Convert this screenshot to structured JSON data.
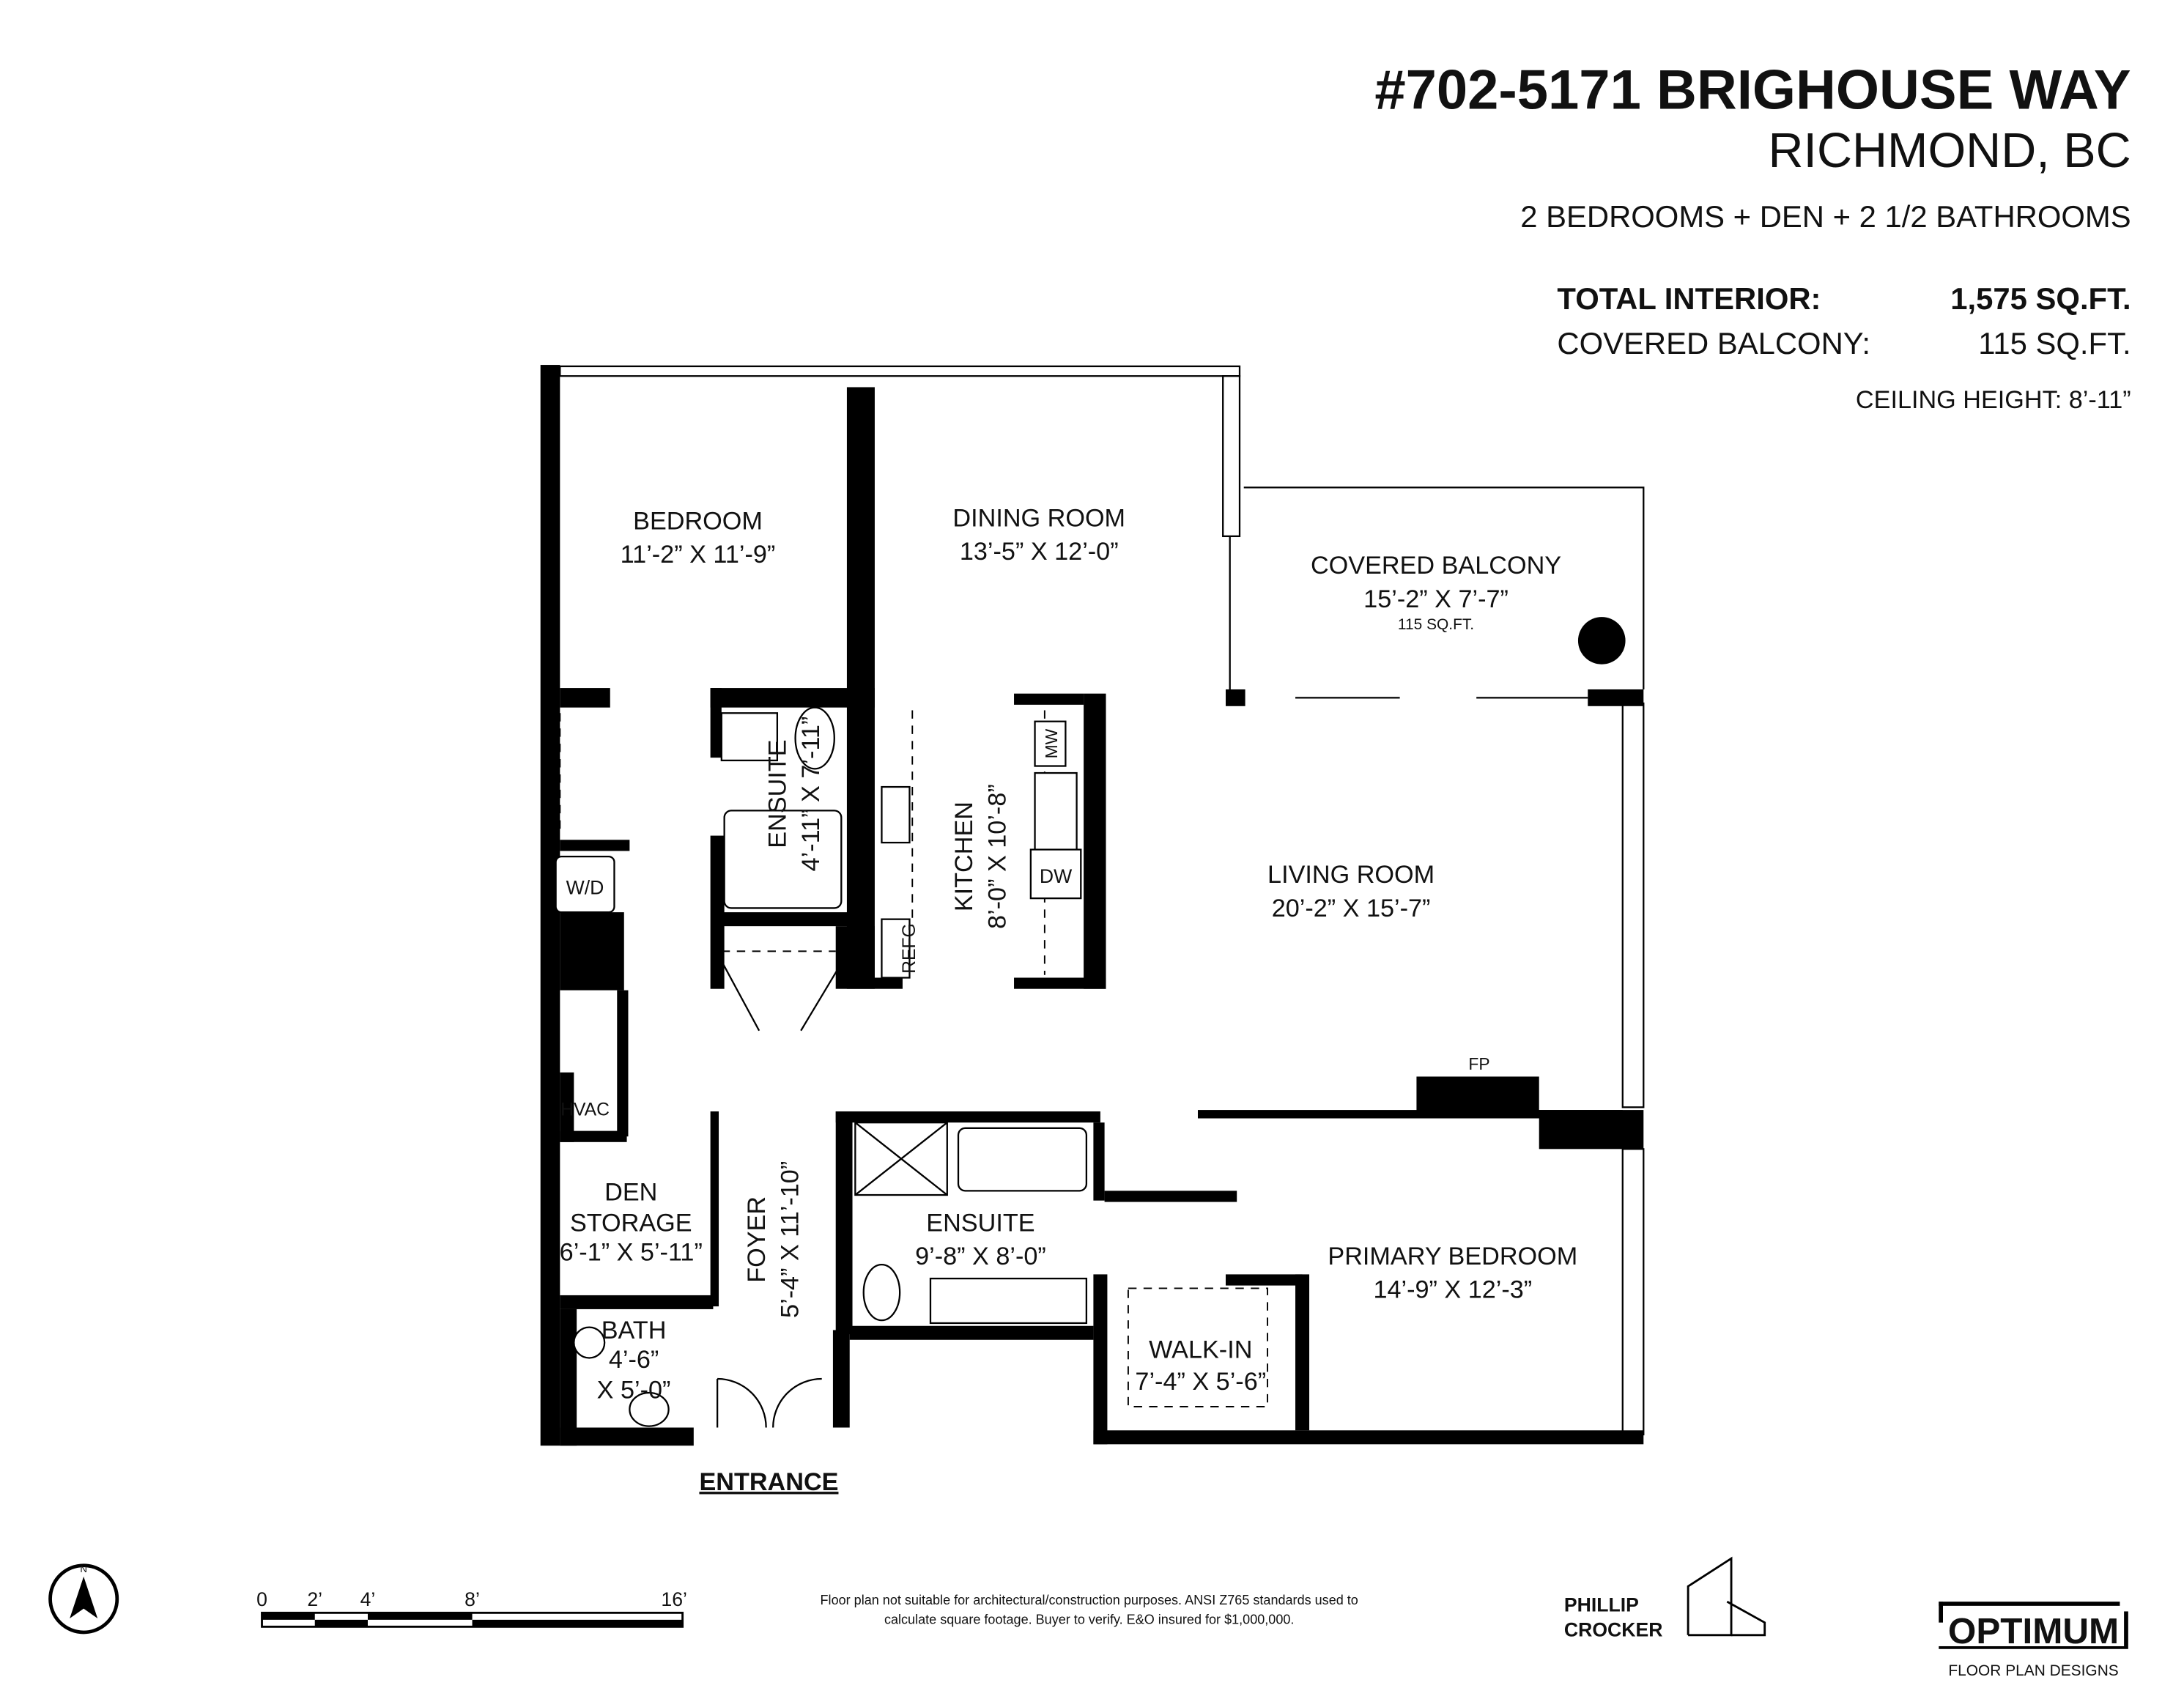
{
  "header": {
    "address": "#702-5171 BRIGHOUSE WAY",
    "city": "RICHMOND, BC",
    "summary": "2 BEDROOMS + DEN + 2 1/2 BATHROOMS",
    "total_interior_label": "TOTAL INTERIOR:",
    "total_interior_value": "1,575 SQ.FT.",
    "balcony_label": "COVERED BALCONY:",
    "balcony_value": "115 SQ.FT.",
    "ceiling": "CEILING HEIGHT: 8’-11”"
  },
  "rooms": {
    "bedroom": {
      "name": "BEDROOM",
      "dims": "11’-2” X 11’-9”"
    },
    "dining": {
      "name": "DINING ROOM",
      "dims": "13’-5” X 12’-0”"
    },
    "balcony": {
      "name": "COVERED BALCONY",
      "dims": "15’-2” X 7’-7”",
      "area": "115 SQ.FT."
    },
    "ensuite1": {
      "name": "ENSUITE",
      "dims": "4’-11” X 7’-11”"
    },
    "kitchen": {
      "name": "KITCHEN",
      "dims": "8’-0” X 10’-8”"
    },
    "living": {
      "name": "LIVING ROOM",
      "dims": "20’-2” X 15’-7”"
    },
    "foyer": {
      "name": "FOYER",
      "dims": "5’-4” X 11’-10”"
    },
    "den": {
      "name": "DEN",
      "name2": "STORAGE",
      "dims": "6’-1” X 5’-11”"
    },
    "bath": {
      "name": "BATH",
      "dims": "4’-6”",
      "dims2": "X 5’-0”"
    },
    "ensuite2": {
      "name": "ENSUITE",
      "dims": "9’-8” X 8’-0”"
    },
    "walkin": {
      "name": "WALK-IN",
      "dims": "7’-4” X 5’-6”"
    },
    "primary": {
      "name": "PRIMARY BEDROOM",
      "dims": "14’-9” X 12’-3”"
    }
  },
  "fixtures": {
    "wd": "W/D",
    "hvac": "HVAC",
    "mw": "MW",
    "dw": "DW",
    "refg": "REFG",
    "fp": "FP"
  },
  "entrance": "ENTRANCE",
  "compass": {
    "label": "N",
    "icon": "north-arrow-icon"
  },
  "scale_bar": {
    "ticks": [
      "0",
      "2’",
      "4’",
      "8’",
      "16’"
    ]
  },
  "disclaimer": {
    "line1": "Floor plan not suitable for architectural/construction purposes. ANSI Z765 standards used to",
    "line2": "calculate square footage. Buyer to verify.  E&O insured for $1,000,000."
  },
  "logos": {
    "agent_line1": "PHILLIP",
    "agent_line2": "CROCKER",
    "company": "OPTIMUM",
    "company_sub": "FLOOR PLAN DESIGNS"
  }
}
